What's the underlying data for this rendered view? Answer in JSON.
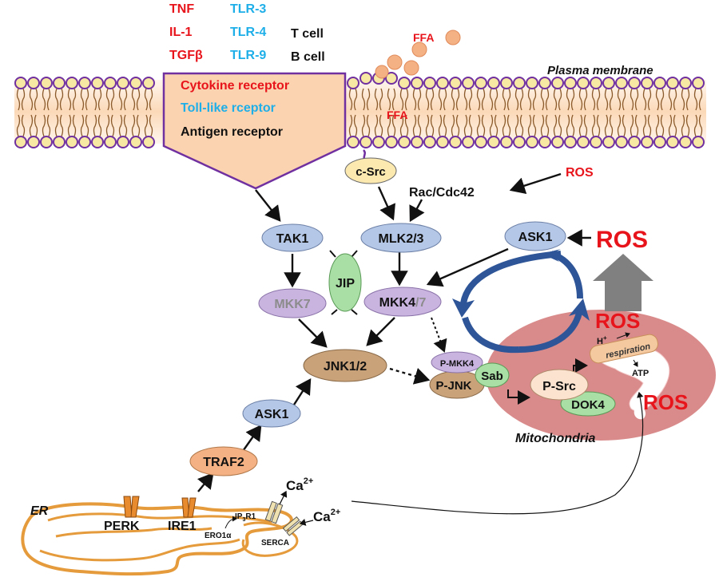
{
  "ligands": {
    "tnf": "TNF",
    "il1": "IL-1",
    "tgfb": "TGFβ",
    "tlr3": "TLR-3",
    "tlr4": "TLR-4",
    "tlr9": "TLR-9",
    "tcell": "T cell",
    "bcell": "B cell"
  },
  "membrane": {
    "label": "Plasma membrane",
    "ffa_outside": "FFA",
    "ffa_inside": "FFA"
  },
  "receptor": {
    "cytokine": "Cytokine receptor",
    "toll": "Toll-like rceptor",
    "antigen": "Antigen receptor"
  },
  "nodes": {
    "csrc": "c-Src",
    "ros_top": "ROS",
    "rac": "Rac/Cdc42",
    "tak1": "TAK1",
    "mlk": "MLK2/3",
    "ask1_top": "ASK1",
    "ros_big": "ROS",
    "jip": "JIP",
    "mkk7": "MKK7",
    "mkk4_main": "MKK4",
    "mkk4_slash": "/7",
    "jnk": "JNK1/2",
    "pmkk4": "P-MKK4",
    "pjnk": "P-JNK",
    "sab": "Sab",
    "psrc": "P-Src",
    "dok4": "DOK4",
    "ask1_low": "ASK1",
    "traf2": "TRAF2"
  },
  "mito": {
    "label": "Mitochondria",
    "ros_upper": "ROS",
    "ros_lower": "ROS",
    "hplus": "H",
    "hplus_sup": "+",
    "respiration": "respiration",
    "atp": "ATP"
  },
  "er": {
    "label": "ER",
    "perk": "PERK",
    "ire1": "IRE1",
    "ero1": "ERO1α",
    "ip3r1_a": "IP",
    "ip3r1_sub": "3",
    "ip3r1_b": "R1",
    "serca": "SERCA",
    "ca_top": "Ca",
    "ca_top_sup": "2+",
    "ca_right": "Ca",
    "ca_right_sup": "2+"
  },
  "colors": {
    "red": "#e8141b",
    "blue": "#1eaee8",
    "purple": "#7030a0",
    "node_blue": "#b4c7e7",
    "node_purple": "#c9b4e0",
    "node_brown": "#c9a27a",
    "node_orange": "#f4b183",
    "mito": "#d98b8b",
    "membrane_bg": "#fde9d9",
    "lipid": "#f7e8a3",
    "cycle_blue": "#2e5597",
    "er": "#e59b3b"
  }
}
